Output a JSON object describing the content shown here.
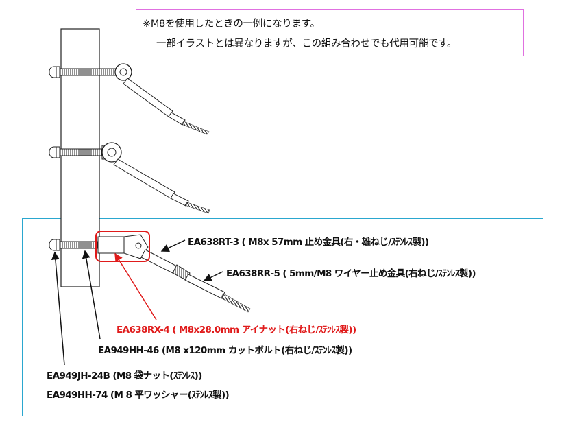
{
  "note": {
    "line1": "※M8を使用したときの一例になります。",
    "line2": "一部イラストとは異なりますが、この組み合わせでも代用可能です。"
  },
  "labels": {
    "rt3": "EA638RT-3 ( M8x 57mm 止め金具(右・雄ねじ/ｽﾃﾝﾚｽ製))",
    "rr5": "EA638RR-5 ( 5mm/M8 ワイヤー止め金具(右ねじ/ｽﾃﾝﾚｽ製))",
    "rx4": "EA638RX-4 ( M8x28.0mm アイナット(右ねじ/ｽﾃﾝﾚｽ製))",
    "hh46": "EA949HH-46 (M8 x120mm カットボルト(右ねじ/ｽﾃﾝﾚｽ製))",
    "jh24b": "EA949JH-24B (M8  袋ナット(ｽﾃﾝﾚｽ))",
    "hh74": "EA949HH-74 (M 8  平ワッシャー(ｽﾃﾝﾚｽ製))"
  },
  "colors": {
    "highlight": "#e01b1b",
    "note_border": "#e070e0",
    "frame_border": "#2aa7cf"
  }
}
